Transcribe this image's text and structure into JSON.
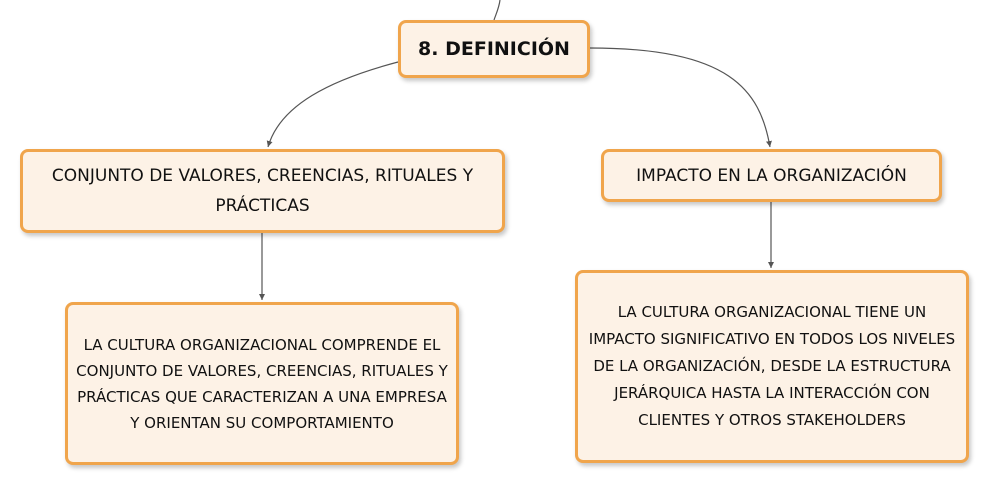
{
  "root": {
    "label": "8. DEFINICIÓN"
  },
  "topics": [
    {
      "label": "CONJUNTO DE VALORES, CREENCIAS, RITUALES Y PRÁCTICAS",
      "detail": "LA CULTURA ORGANIZACIONAL COMPRENDE EL CONJUNTO DE VALORES, CREENCIAS, RITUALES Y PRÁCTICAS QUE CARACTERIZAN A UNA EMPRESA Y ORIENTAN SU COMPORTAMIENTO"
    },
    {
      "label": "IMPACTO EN LA ORGANIZACIÓN",
      "detail": "LA CULTURA ORGANIZACIONAL TIENE UN IMPACTO SIGNIFICATIVO EN TODOS LOS NIVELES DE LA ORGANIZACIÓN, DESDE LA ESTRUCTURA JERÁRQUICA HASTA LA INTERACCIÓN CON CLIENTES Y OTROS STAKEHOLDERS"
    }
  ],
  "colors": {
    "node_fill": "#fdf2e6",
    "node_border": "#f0a54c",
    "connector": "#555555"
  }
}
